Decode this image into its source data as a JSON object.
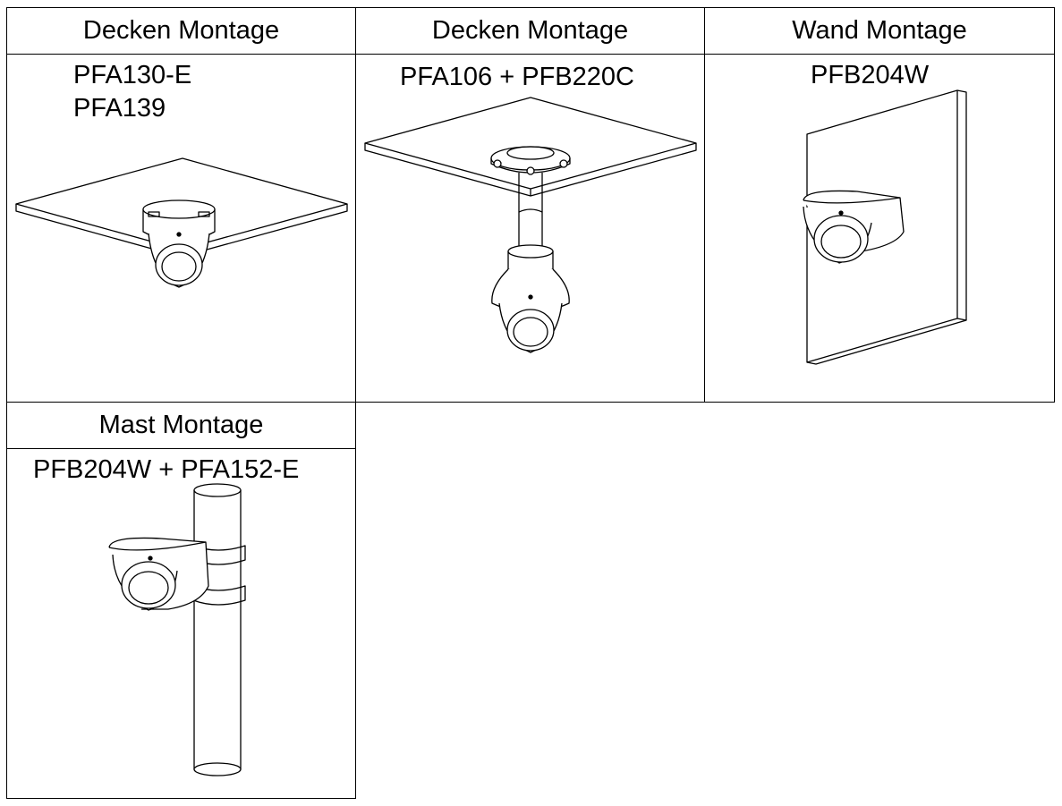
{
  "cells": [
    {
      "header": "Decken Montage",
      "models": [
        "PFA130-E",
        "PFA139"
      ]
    },
    {
      "header": "Decken Montage",
      "models": [
        "PFA106 + PFB220C"
      ]
    },
    {
      "header": "Wand Montage",
      "models": [
        "PFB204W"
      ]
    },
    {
      "header": "Mast Montage",
      "models": [
        "PFB204W + PFA152-E"
      ]
    }
  ]
}
